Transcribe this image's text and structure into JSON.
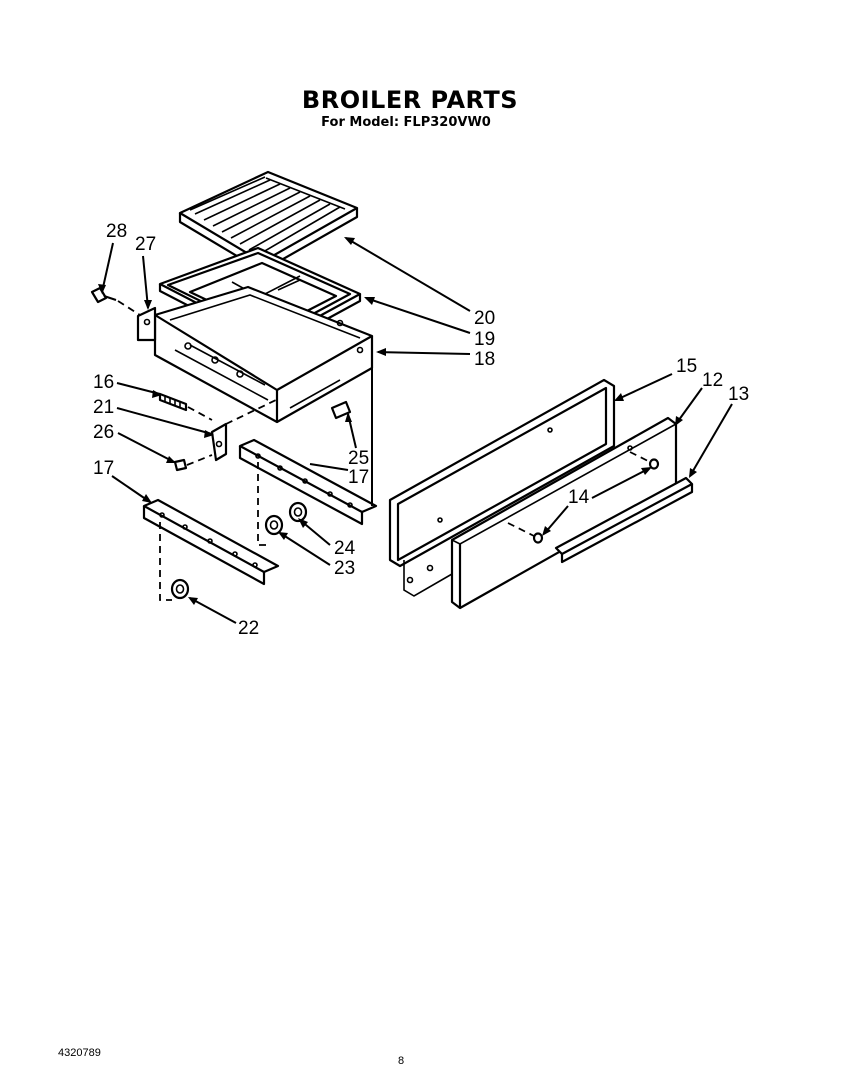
{
  "header": {
    "title": "BROILER PARTS",
    "subtitle": "For Model: FLP320VW0"
  },
  "callouts": [
    {
      "id": "c28",
      "label": "28"
    },
    {
      "id": "c27",
      "label": "27"
    },
    {
      "id": "c20",
      "label": "20"
    },
    {
      "id": "c19",
      "label": "19"
    },
    {
      "id": "c18",
      "label": "18"
    },
    {
      "id": "c16",
      "label": "16"
    },
    {
      "id": "c21",
      "label": "21"
    },
    {
      "id": "c26",
      "label": "26"
    },
    {
      "id": "c25",
      "label": "25"
    },
    {
      "id": "c17a",
      "label": "17"
    },
    {
      "id": "c17b",
      "label": "17"
    },
    {
      "id": "c24",
      "label": "24"
    },
    {
      "id": "c23",
      "label": "23"
    },
    {
      "id": "c22",
      "label": "22"
    },
    {
      "id": "c15",
      "label": "15"
    },
    {
      "id": "c12",
      "label": "12"
    },
    {
      "id": "c13",
      "label": "13"
    },
    {
      "id": "c14",
      "label": "14"
    }
  ],
  "footer": {
    "doc_number": "4320789",
    "page_number": "8"
  }
}
